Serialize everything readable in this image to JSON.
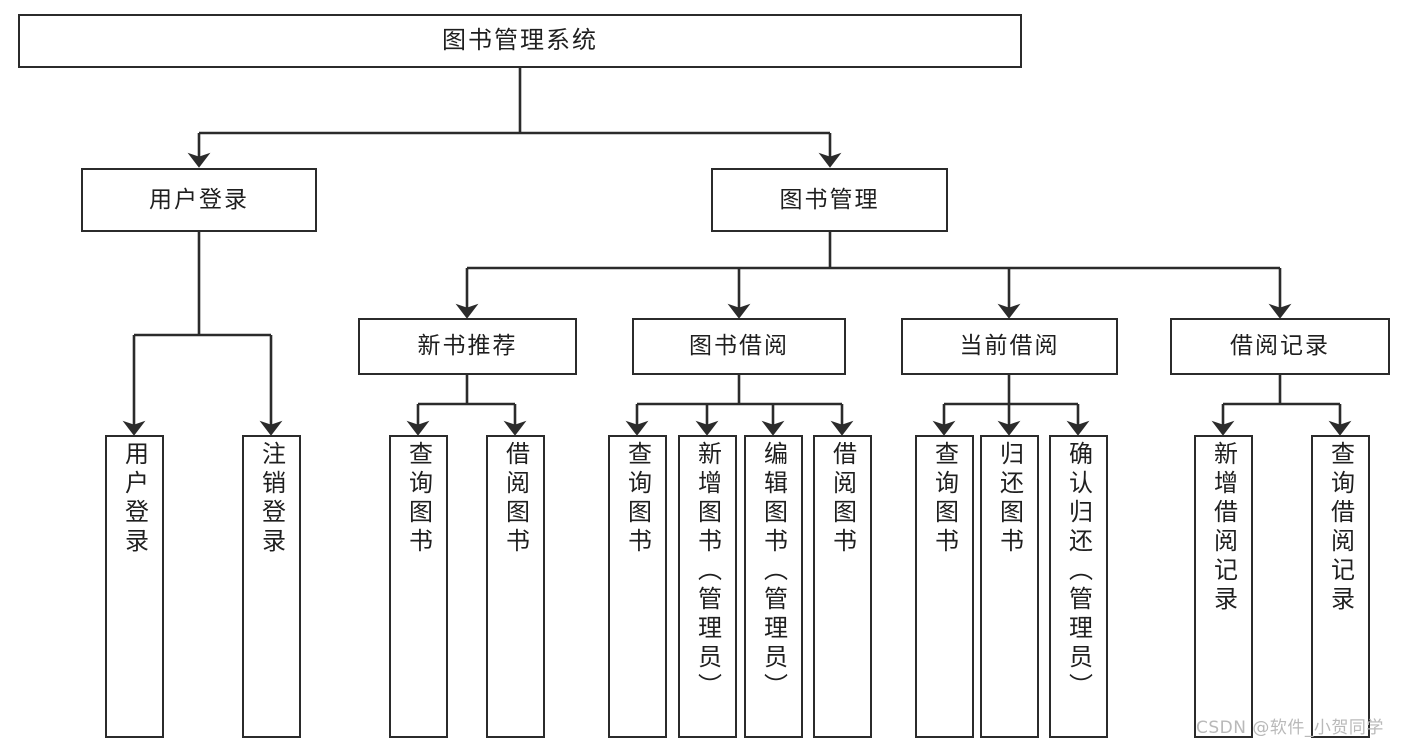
{
  "diagram": {
    "title": "图书管理系统",
    "type": "tree-structure-chart",
    "colors": {
      "background": "#ffffff",
      "border": "#2b2b2b",
      "text": "#1f1f1f",
      "connector": "#2b2b2b",
      "watermark": "#b9b9b9"
    }
  },
  "nodes": {
    "root": {
      "label": "图书管理系统"
    },
    "level2": [
      {
        "label": "用户登录"
      },
      {
        "label": "图书管理"
      }
    ],
    "level3": [
      {
        "label": "新书推荐"
      },
      {
        "label": "图书借阅"
      },
      {
        "label": "当前借阅"
      },
      {
        "label": "借阅记录"
      }
    ],
    "leaves": {
      "user_login": [
        {
          "label": "用户登录"
        },
        {
          "label": "注销登录"
        }
      ],
      "new_book_recommend": [
        {
          "label": "查询图书"
        },
        {
          "label": "借阅图书"
        }
      ],
      "book_borrow": [
        {
          "label": "查询图书"
        },
        {
          "label": "新增图书（管理员）"
        },
        {
          "label": "编辑图书（管理员）"
        },
        {
          "label": "借阅图书"
        }
      ],
      "current_borrow": [
        {
          "label": "查询图书"
        },
        {
          "label": "归还图书"
        },
        {
          "label": "确认归还（管理员）"
        }
      ],
      "borrow_record": [
        {
          "label": "新增借阅记录"
        },
        {
          "label": "查询借阅记录"
        }
      ]
    }
  },
  "watermark": {
    "text": "CSDN @软件_小贺同学"
  }
}
